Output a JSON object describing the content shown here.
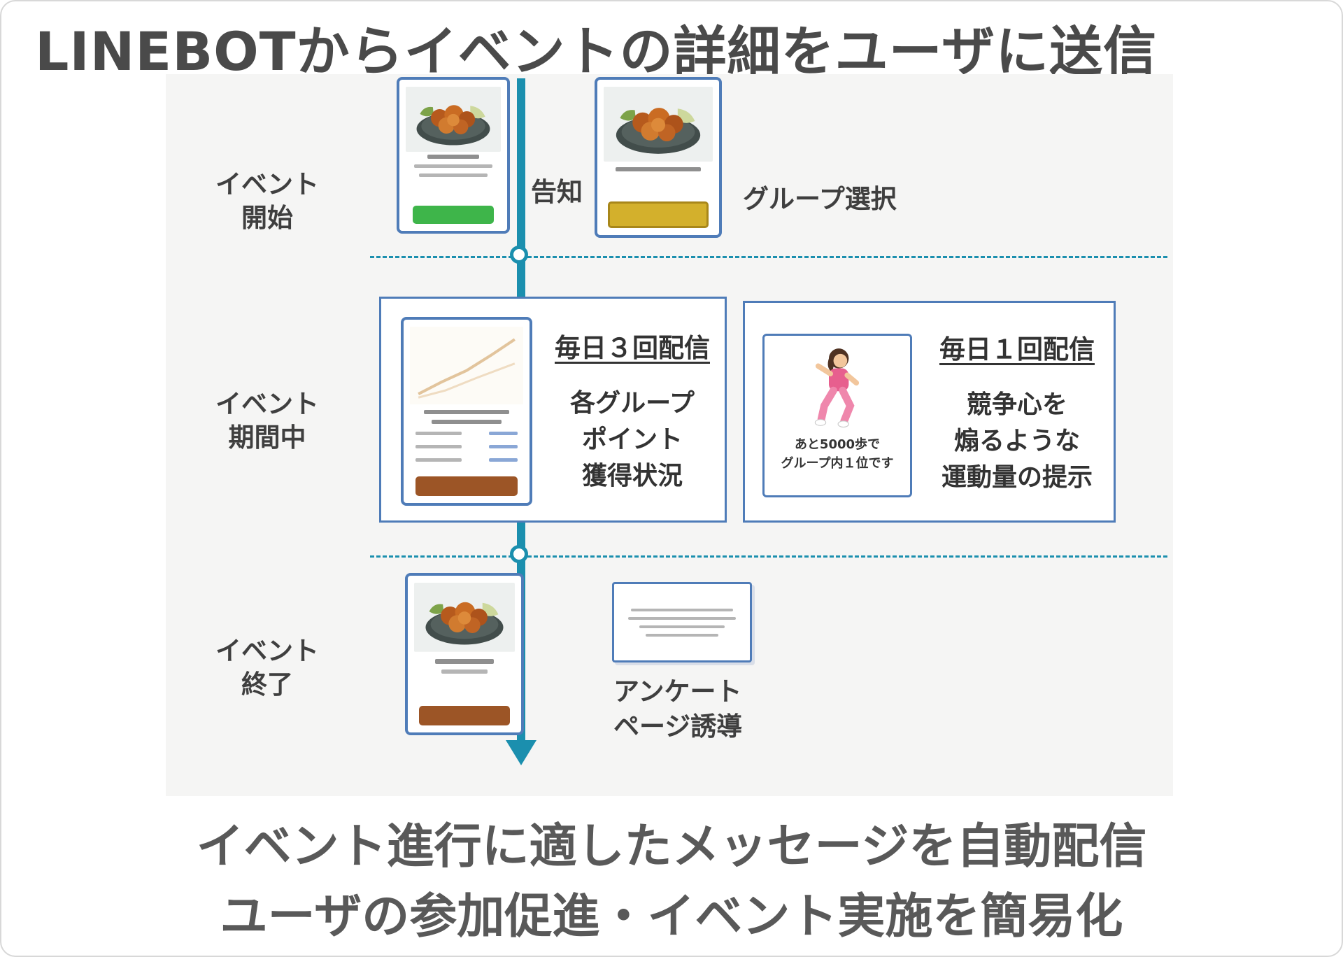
{
  "title": "LINEBOTからイベントの詳細をユーザに送信",
  "timeline": {
    "phase_start": {
      "line1": "イベント",
      "line2": "開始"
    },
    "phase_during": {
      "line1": "イベント",
      "line2": "期間中"
    },
    "phase_end": {
      "line1": "イベント",
      "line2": "終了"
    }
  },
  "start_section": {
    "announce_label": "告知",
    "group_select_label": "グループ選択"
  },
  "during_section": {
    "left": {
      "heading": "毎日３回配信",
      "line1": "各グループ",
      "line2": "ポイント",
      "line3": "獲得状況"
    },
    "right": {
      "heading": "毎日１回配信",
      "line1": "競争心を",
      "line2": "煽るような",
      "line3": "運動量の提示",
      "card_caption_line1": "あと5000歩で",
      "card_caption_line2": "グループ内１位です"
    }
  },
  "end_section": {
    "label_line1": "アンケート",
    "label_line2": "ページ誘導"
  },
  "footer": {
    "line1": "イベント進行に適したメッセージを自動配信",
    "line2": "ユーザの参加促進・イベント実施を簡易化"
  },
  "colors": {
    "timeline": "#1b8fae",
    "card_border": "#4f7cb8",
    "button_green": "#3eb54a",
    "button_yellow": "#d3b02c",
    "button_brown": "#9c5526"
  }
}
